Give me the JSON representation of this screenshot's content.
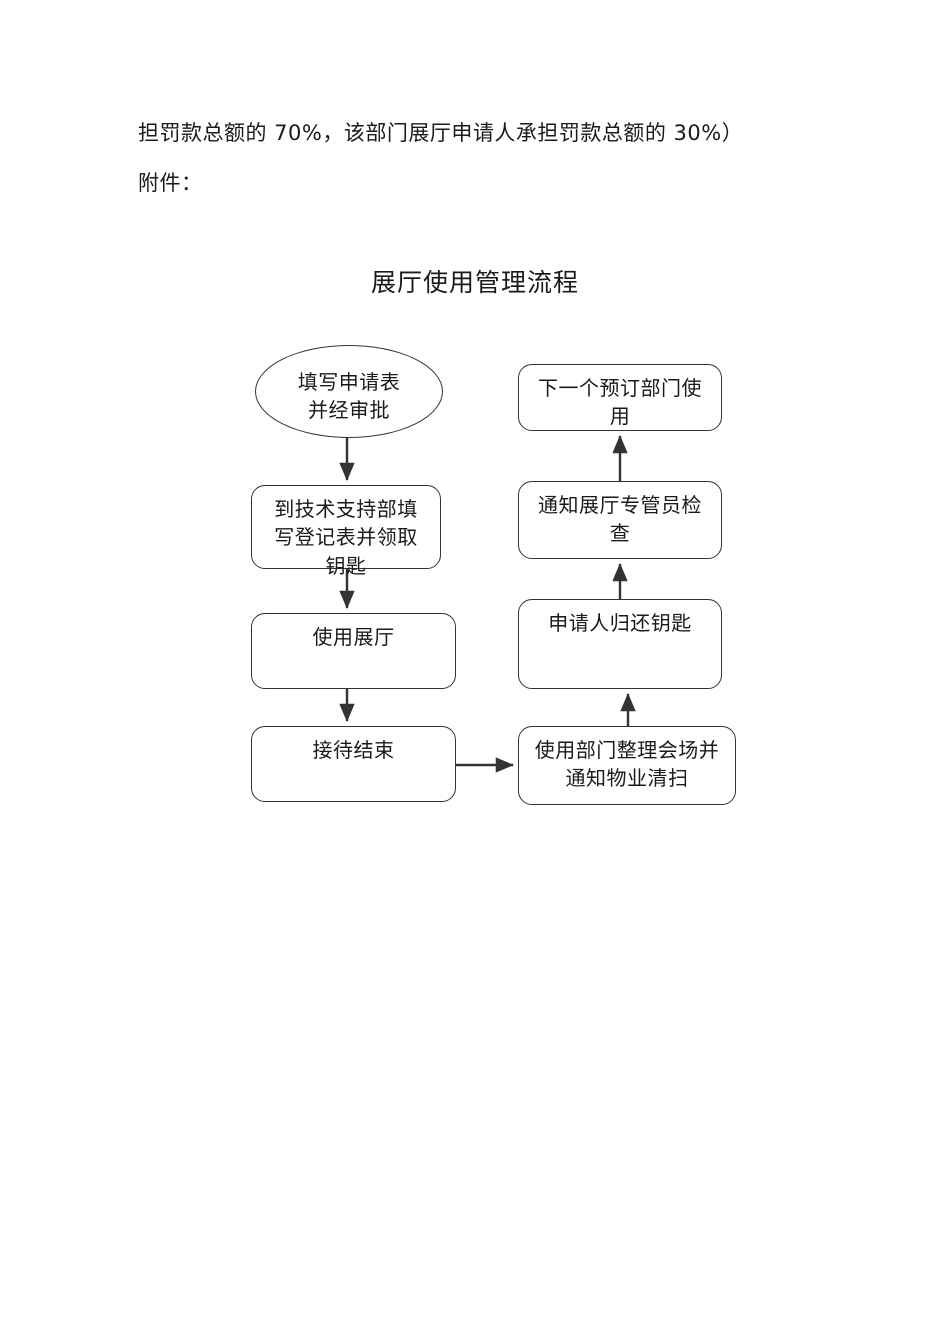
{
  "document": {
    "paragraph_penalty": "担罚款总额的 70%，该部门展厅申请人承担罚款总额的 30%）",
    "paragraph_attachment": "附件：",
    "chart_title": "展厅使用管理流程"
  },
  "flowchart": {
    "nodes": [
      {
        "id": "apply",
        "label": "填写申请表并经审批",
        "shape": "ellipse"
      },
      {
        "id": "register",
        "label": "到技术支持部填写登记表并领取钥匙",
        "shape": "rounded-rect"
      },
      {
        "id": "use_hall",
        "label": "使用展厅",
        "shape": "rounded-rect"
      },
      {
        "id": "reception_end",
        "label": "接待结束",
        "shape": "rounded-rect"
      },
      {
        "id": "cleanup",
        "label": "使用部门整理会场并通知物业清扫",
        "shape": "rounded-rect"
      },
      {
        "id": "return_key",
        "label": "申请人归还钥匙",
        "shape": "rounded-rect"
      },
      {
        "id": "notify_keeper",
        "label": "通知展厅专管员检查",
        "shape": "rounded-rect"
      },
      {
        "id": "next_dept",
        "label": "下一个预订部门使用",
        "shape": "rounded-rect"
      }
    ],
    "edges": [
      {
        "from": "apply",
        "to": "register",
        "direction": "down"
      },
      {
        "from": "register",
        "to": "use_hall",
        "direction": "down"
      },
      {
        "from": "use_hall",
        "to": "reception_end",
        "direction": "down"
      },
      {
        "from": "reception_end",
        "to": "cleanup",
        "direction": "right"
      },
      {
        "from": "cleanup",
        "to": "return_key",
        "direction": "up"
      },
      {
        "from": "return_key",
        "to": "notify_keeper",
        "direction": "up"
      },
      {
        "from": "notify_keeper",
        "to": "next_dept",
        "direction": "up"
      }
    ],
    "colors": {
      "stroke": "#333333",
      "fill": "#ffffff",
      "text": "#1a1a1a"
    }
  }
}
